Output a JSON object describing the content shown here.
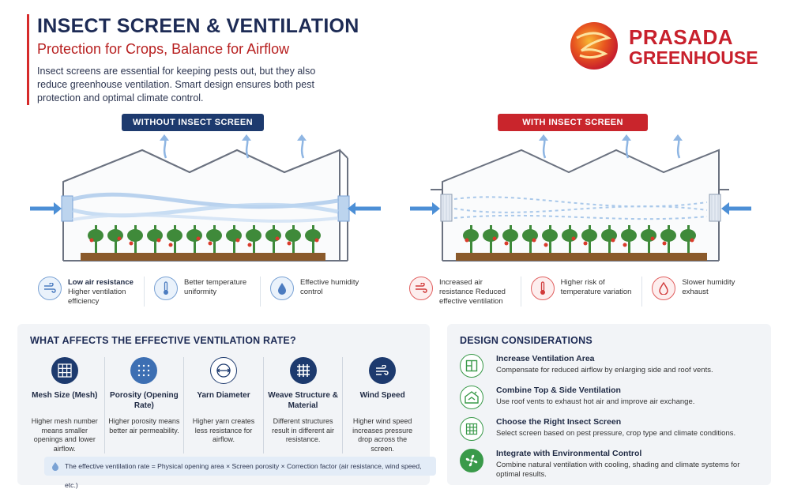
{
  "header": {
    "title": "INSECT SCREEN & VENTILATION",
    "subtitle": "Protection for Crops, Balance for Airflow",
    "intro": "Insect screens are essential for keeping pests out, but they also reduce greenhouse ventilation. Smart design ensures both pest protection and optimal climate control."
  },
  "logo": {
    "line1": "PRASADA",
    "line2": "GREENHOUSE"
  },
  "comparison": {
    "left_label": "WITHOUT INSECT SCREEN",
    "right_label": "WITH INSECT SCREEN",
    "left_benefits": [
      {
        "title": "Low air resistance",
        "desc": "Higher ventilation efficiency",
        "icon": "wind-icon"
      },
      {
        "title": "",
        "desc": "Better temperature uniformity",
        "icon": "thermometer-icon"
      },
      {
        "title": "",
        "desc": "Effective humidity control",
        "icon": "water-drop-icon"
      }
    ],
    "right_benefits": [
      {
        "title": "",
        "desc": "Increased air resistance Reduced effective ventilation",
        "icon": "wind-icon"
      },
      {
        "title": "",
        "desc": "Higher risk of temperature variation",
        "icon": "thermometer-icon"
      },
      {
        "title": "",
        "desc": "Slower humidity exhaust",
        "icon": "water-drop-icon"
      }
    ]
  },
  "factors_panel": {
    "title": "WHAT AFFECTS THE EFFECTIVE VENTILATION RATE?",
    "factors": [
      {
        "name": "Mesh Size (Mesh)",
        "desc": "Higher mesh number means smaller openings and lower airflow.",
        "icon": "grid-icon"
      },
      {
        "name": "Porosity (Opening Rate)",
        "desc": "Higher porosity means better air permeability.",
        "icon": "dots-icon"
      },
      {
        "name": "Yarn Diameter",
        "desc": "Higher yarn creates less resistance for airflow.",
        "icon": "diameter-icon"
      },
      {
        "name": "Weave Structure & Material",
        "desc": "Different structures result in different air resistance.",
        "icon": "weave-icon"
      },
      {
        "name": "Wind Speed",
        "desc": "Higher wind speed increases pressure drop across the screen.",
        "icon": "wind-icon"
      }
    ],
    "formula": "The effective ventilation rate = Physical opening area × Screen porosity × Correction factor (air resistance, wind speed, etc.)"
  },
  "design_panel": {
    "title": "DESIGN CONSIDERATIONS",
    "items": [
      {
        "title": "Increase Ventilation Area",
        "desc": "Compensate for reduced airflow by enlarging side and roof vents.",
        "icon": "window-icon"
      },
      {
        "title": "Combine Top & Side Ventilation",
        "desc": "Use roof vents to exhaust hot air and improve air exchange.",
        "icon": "greenhouse-icon"
      },
      {
        "title": "Choose the Right Insect Screen",
        "desc": "Select screen based on pest pressure, crop type and climate conditions.",
        "icon": "screen-icon"
      },
      {
        "title": "Integrate with Environmental Control",
        "desc": "Combine natural ventilation with cooling, shading and climate systems for optimal results.",
        "icon": "fan-icon"
      }
    ]
  },
  "colors": {
    "navy": "#1d3a6e",
    "red": "#c9252c",
    "green": "#3a9a4a",
    "light_blue": "#7aa2d4"
  }
}
